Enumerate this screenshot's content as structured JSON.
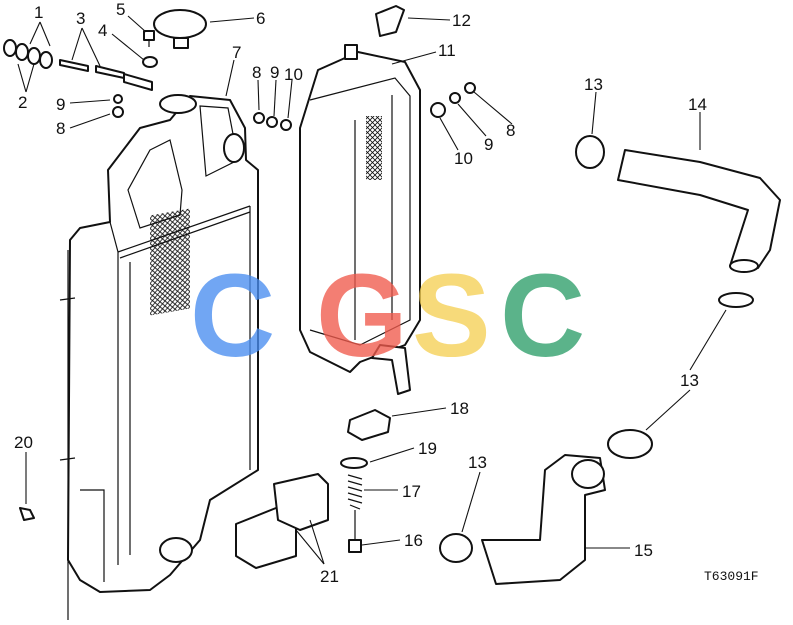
{
  "figure_id": "T63091F",
  "watermark": {
    "letters": [
      "C",
      "G",
      "S",
      "C"
    ],
    "colors": [
      "#4a8ef0",
      "#f05a4d",
      "#f5d055",
      "#2e9e6a"
    ]
  },
  "callouts": [
    "1",
    "2",
    "3",
    "4",
    "5",
    "6",
    "7",
    "8",
    "9",
    "10",
    "11",
    "12",
    "13",
    "14",
    "15",
    "16",
    "17",
    "18",
    "19",
    "20",
    "21"
  ]
}
